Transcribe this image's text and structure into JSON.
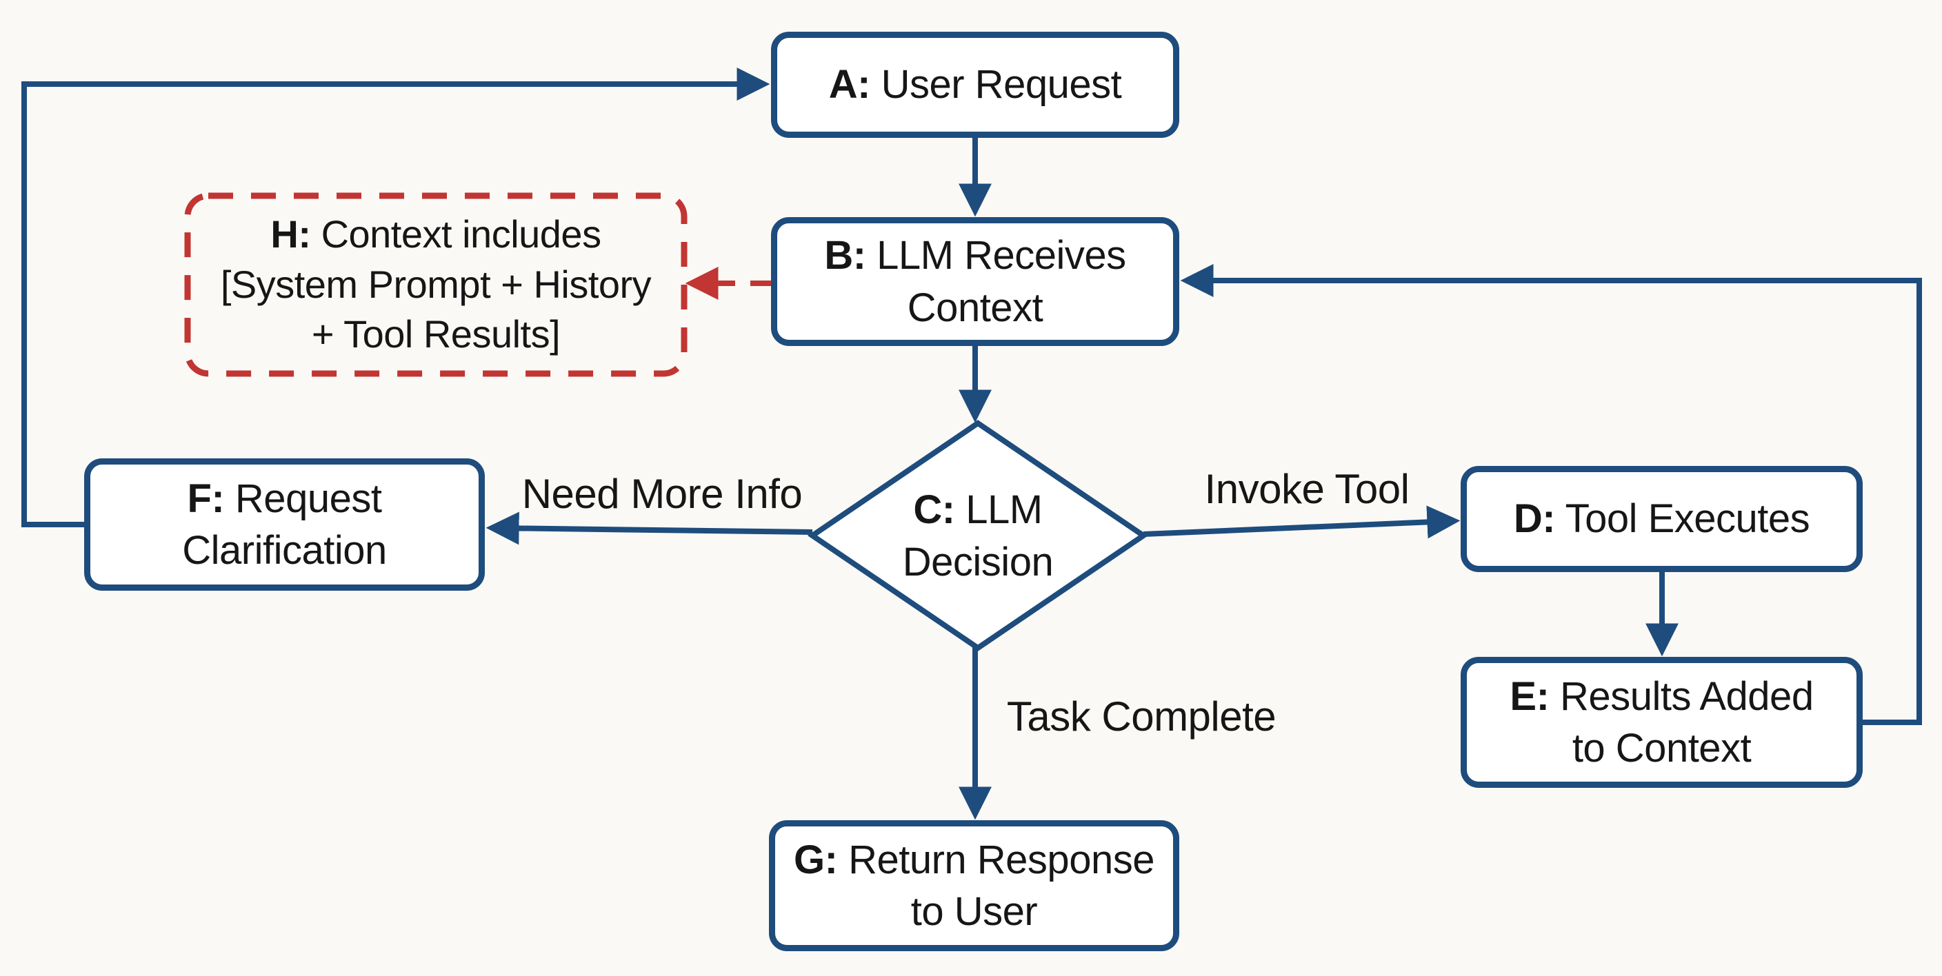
{
  "nodes": {
    "a": {
      "prefix": "A:",
      "text": "User Request"
    },
    "b": {
      "prefix": "B:",
      "line1": "LLM Receives",
      "line2": "Context"
    },
    "h": {
      "prefix": "H:",
      "line1": "Context includes",
      "line2": "[System Prompt + History",
      "line3": "+ Tool Results]"
    },
    "c": {
      "prefix": "C:",
      "line1": "LLM",
      "line2": "Decision"
    },
    "f": {
      "prefix": "F:",
      "line1": "Request",
      "line2": "Clarification"
    },
    "d": {
      "prefix": "D:",
      "text": "Tool Executes"
    },
    "e": {
      "prefix": "E:",
      "line1": "Results Added",
      "line2": "to Context"
    },
    "g": {
      "prefix": "G:",
      "line1": "Return Response",
      "line2": "to User"
    }
  },
  "edge_labels": {
    "need_more_info": "Need More Info",
    "invoke_tool": "Invoke Tool",
    "task_complete": "Task Complete"
  },
  "colors": {
    "node_border": "#1e4c7d",
    "arrow": "#1e4c7d",
    "context_dashed": "#c13532",
    "text": "#161616",
    "background": "#faf9f6",
    "node_fill": "#ffffff"
  }
}
